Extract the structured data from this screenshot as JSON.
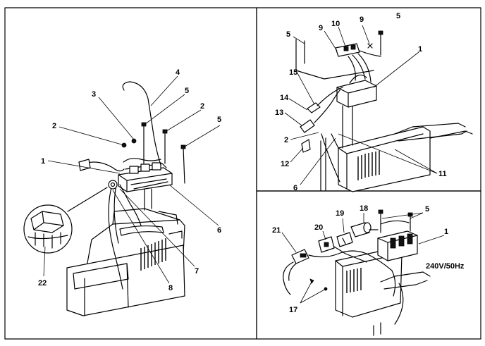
{
  "panels": {
    "main": {
      "labels": [
        "1",
        "2",
        "3",
        "4",
        "5",
        "2",
        "5",
        "6",
        "7",
        "8",
        "22"
      ]
    },
    "top_right": {
      "labels": [
        "9",
        "10",
        "9",
        "5",
        "5",
        "1",
        "15",
        "14",
        "13",
        "2",
        "12",
        "6",
        "11"
      ]
    },
    "bottom_right": {
      "labels": [
        "18",
        "19",
        "20",
        "21",
        "5",
        "1",
        "17"
      ],
      "voltage_note": "240V/50Hz"
    }
  },
  "colors": {
    "ink": "#000000",
    "paper": "#ffffff"
  }
}
